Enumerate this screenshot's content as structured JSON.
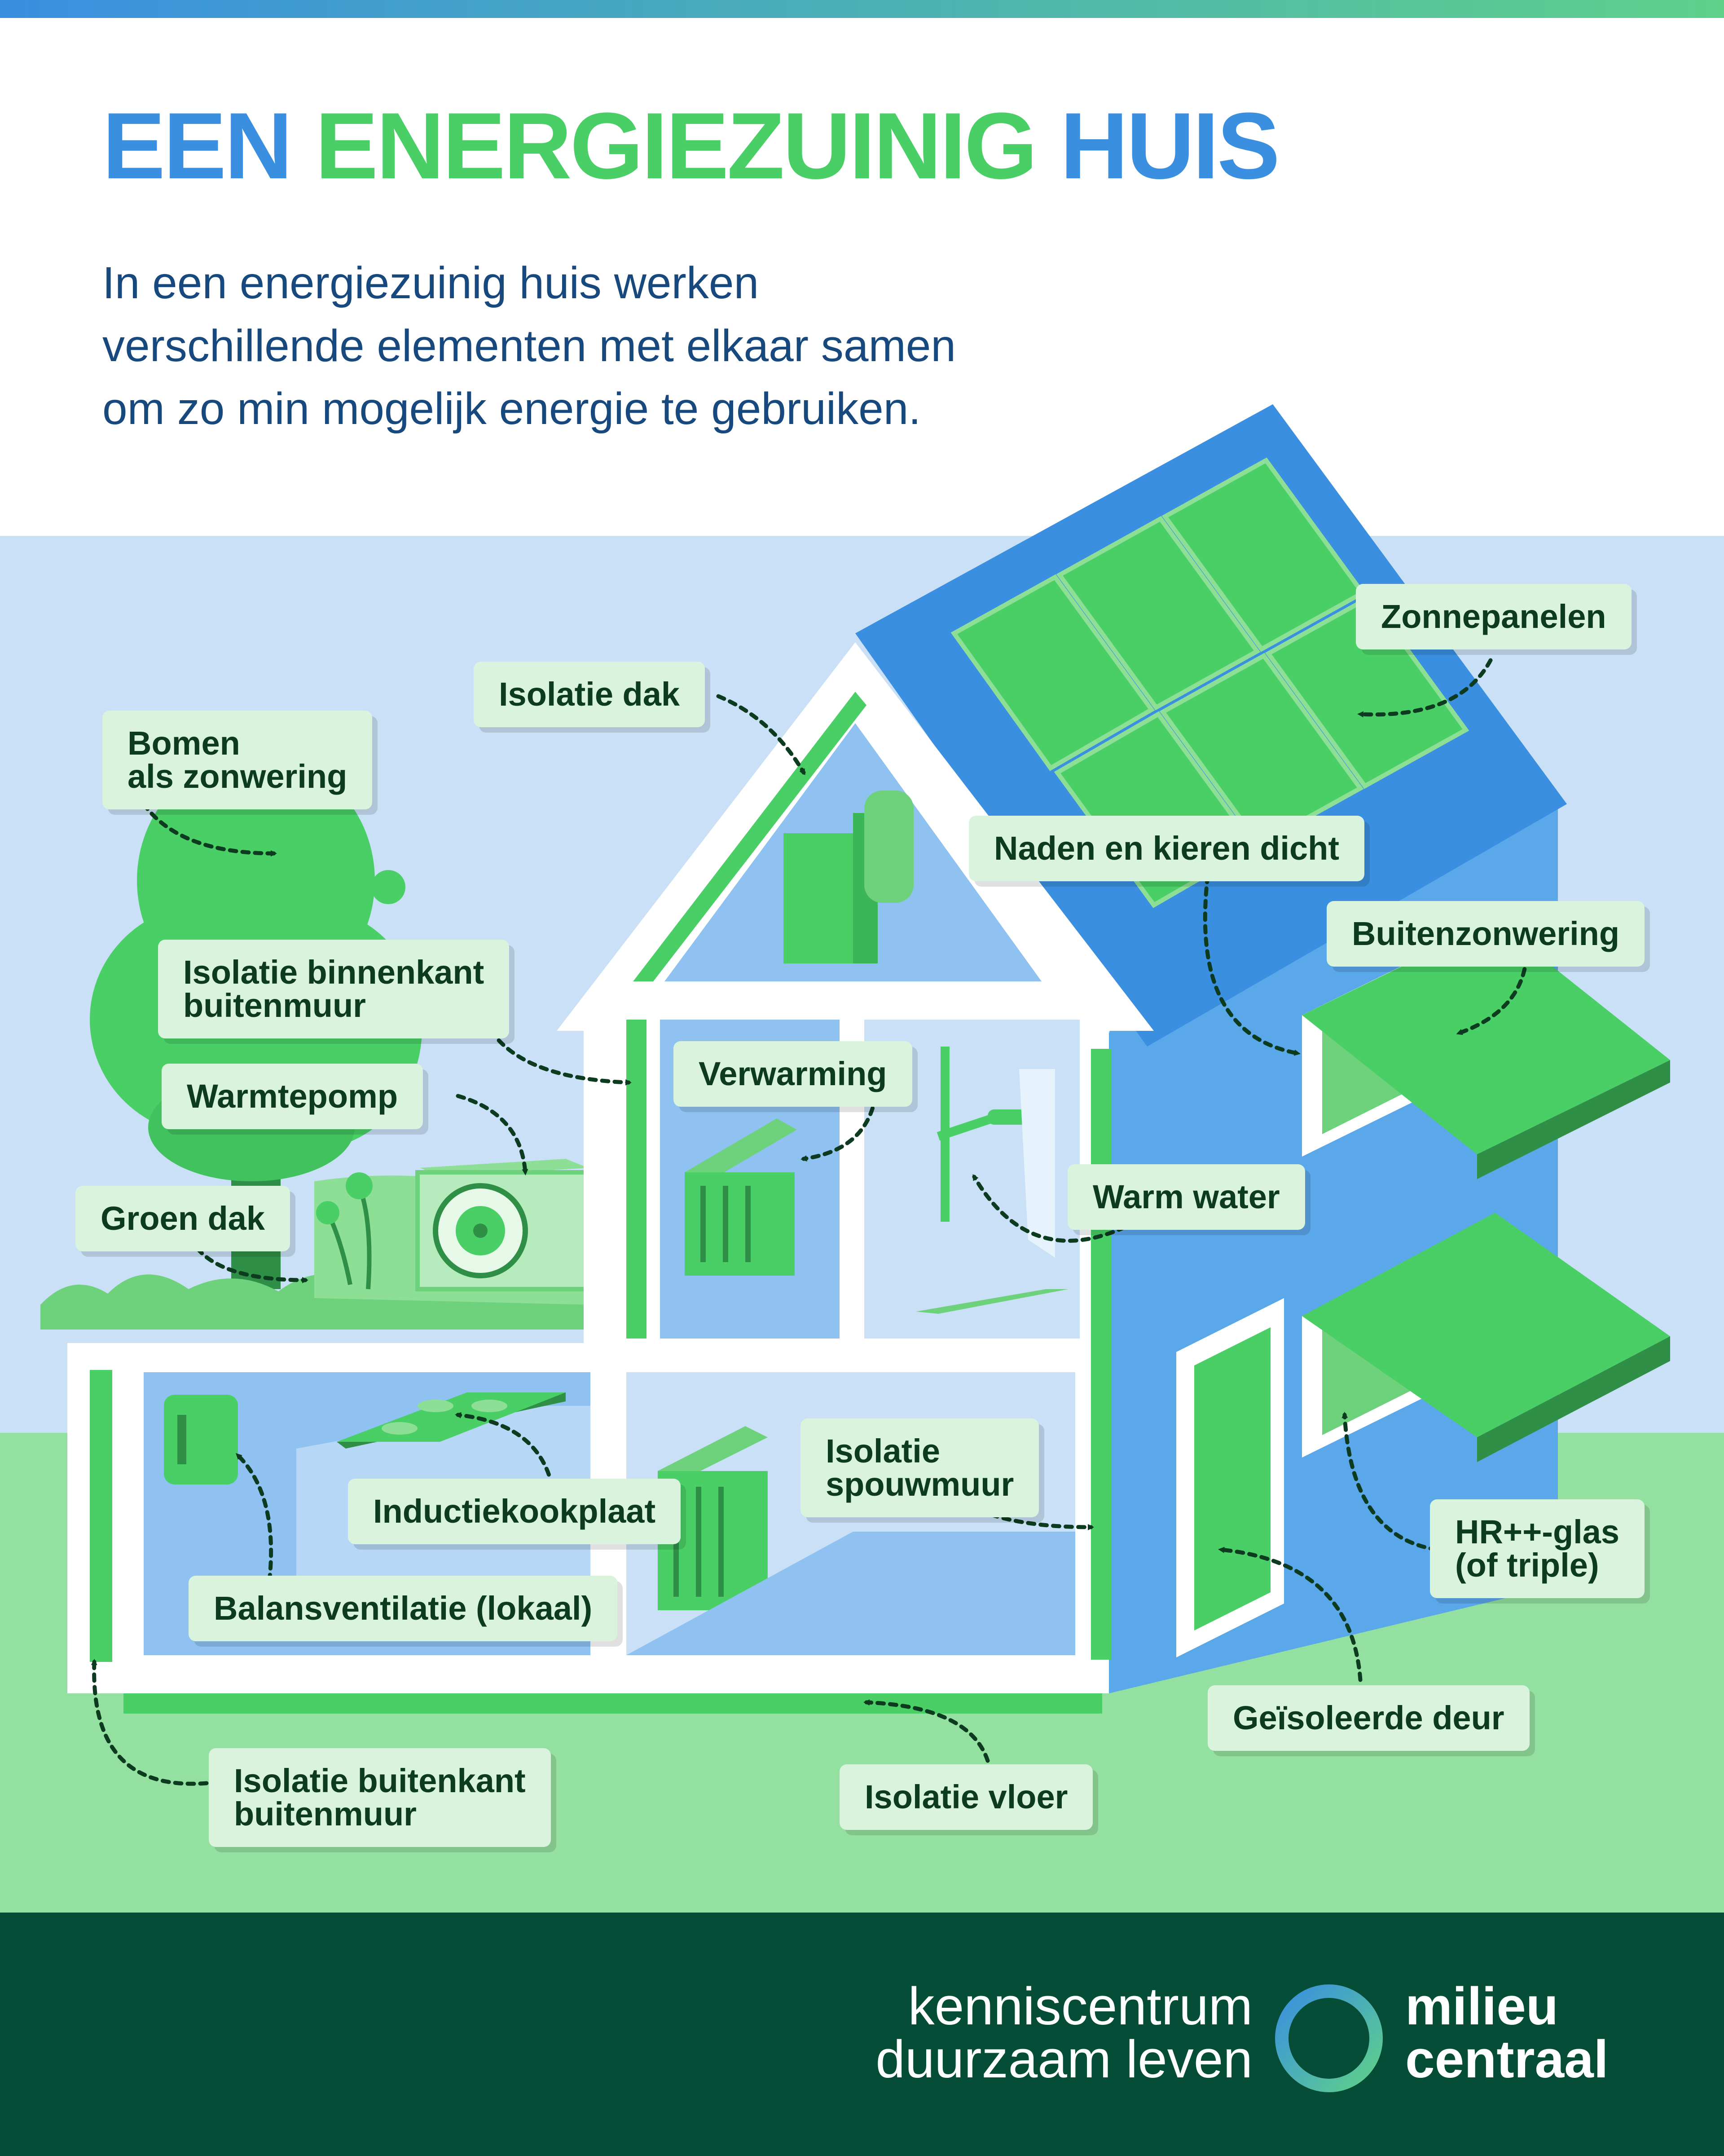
{
  "title": {
    "part1": "EEN",
    "part2": "ENERGIEZUINIG",
    "part3": "HUIS"
  },
  "intro": {
    "line1": "In een energiezuinig huis werken",
    "line2": "verschillende elementen met elkaar samen",
    "line3": "om zo min mogelijk energie te gebruiken."
  },
  "labels": {
    "isolatie_dak": "Isolatie dak",
    "zonnepanelen": "Zonnepanelen",
    "bomen_line1": "Bomen",
    "bomen_line2": "als zonwering",
    "naden": "Naden en kieren dicht",
    "buitenzonwering": "Buitenzonwering",
    "isolatie_binnenkant_line1": "Isolatie binnenkant",
    "isolatie_binnenkant_line2": "buitenmuur",
    "warmtepomp": "Warmtepomp",
    "verwarming": "Verwarming",
    "warm_water": "Warm water",
    "groen_dak": "Groen dak",
    "isolatie_spouwmuur_line1": "Isolatie",
    "isolatie_spouwmuur_line2": "spouwmuur",
    "inductiekookplaat": "Inductiekookplaat",
    "balansventilatie": "Balansventilatie (lokaal)",
    "hr_glas_line1": "HR++-glas",
    "hr_glas_line2": "(of triple)",
    "geisoleerde_deur": "Geïsoleerde deur",
    "isolatie_buitenkant_line1": "Isolatie buitenkant",
    "isolatie_buitenkant_line2": "buitenmuur",
    "isolatie_vloer": "Isolatie vloer"
  },
  "footer": {
    "brand_left_line1": "kenniscentrum",
    "brand_left_line2": "duurzaam leven",
    "brand_right_line1": "milieu",
    "brand_right_line2": "centraal"
  },
  "colors": {
    "title_blue": "#3a8fe0",
    "title_green": "#4acf66",
    "intro_text": "#17497e",
    "sky": "#c9e0f6",
    "grass": "#94e0a0",
    "house_blue": "#5aa7ea",
    "panel_green": "#4acf66",
    "label_bg": "#d9f3dc",
    "footer_bg": "#054d36"
  }
}
